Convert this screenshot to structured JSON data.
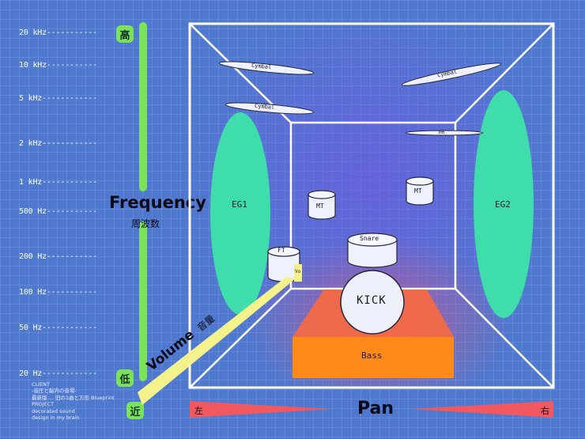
{
  "frequency_scale": {
    "ticks": [
      {
        "label": "20 kHz-----------"
      },
      {
        "label": "10 kHz-----------"
      },
      {
        "label": "5 kHz------------"
      },
      {
        "label": "2 kHz------------"
      },
      {
        "label": "1 kHz------------"
      },
      {
        "label": "500 Hz-----------"
      },
      {
        "label": "200 Hz-----------"
      },
      {
        "label": "100 Hz-----------"
      },
      {
        "label": "50 Hz------------"
      },
      {
        "label": "20 Hz------------"
      }
    ],
    "high_badge": "高",
    "low_badge": "低",
    "near_badge": "近",
    "title": "Frequency",
    "title_jp": "周波数"
  },
  "volume": {
    "label": "Volume",
    "label_jp": "音量"
  },
  "pan": {
    "label": "Pan",
    "left": "左",
    "right": "右"
  },
  "instruments": {
    "eg1": "EG1",
    "eg2": "EG2",
    "cymbal_1": "Cymbal",
    "cymbal_2": "Cymbal",
    "cymbal_3": "Cymbal",
    "hh": "HH",
    "mt_left": "MT",
    "mt_right": "MT",
    "ft": "FT",
    "snare": "Snare",
    "kick": "KICK",
    "bass": "Bass",
    "vo": "Vo"
  },
  "credit": "CLIENT\n-音圧と脳内の音場-\n最新版 ... 旧の1曲と方形 Blueprint\nPROJECT\ndecorated sound\ndesign in my brain",
  "colors": {
    "background": "#4f78cf",
    "frequency_bar": "#7be35a",
    "guitar_ellipse": "#3de3a9",
    "bass_box": "#ff8a1a",
    "pan_bar": "#f2585f",
    "volume_bar": "#f4f28a"
  }
}
